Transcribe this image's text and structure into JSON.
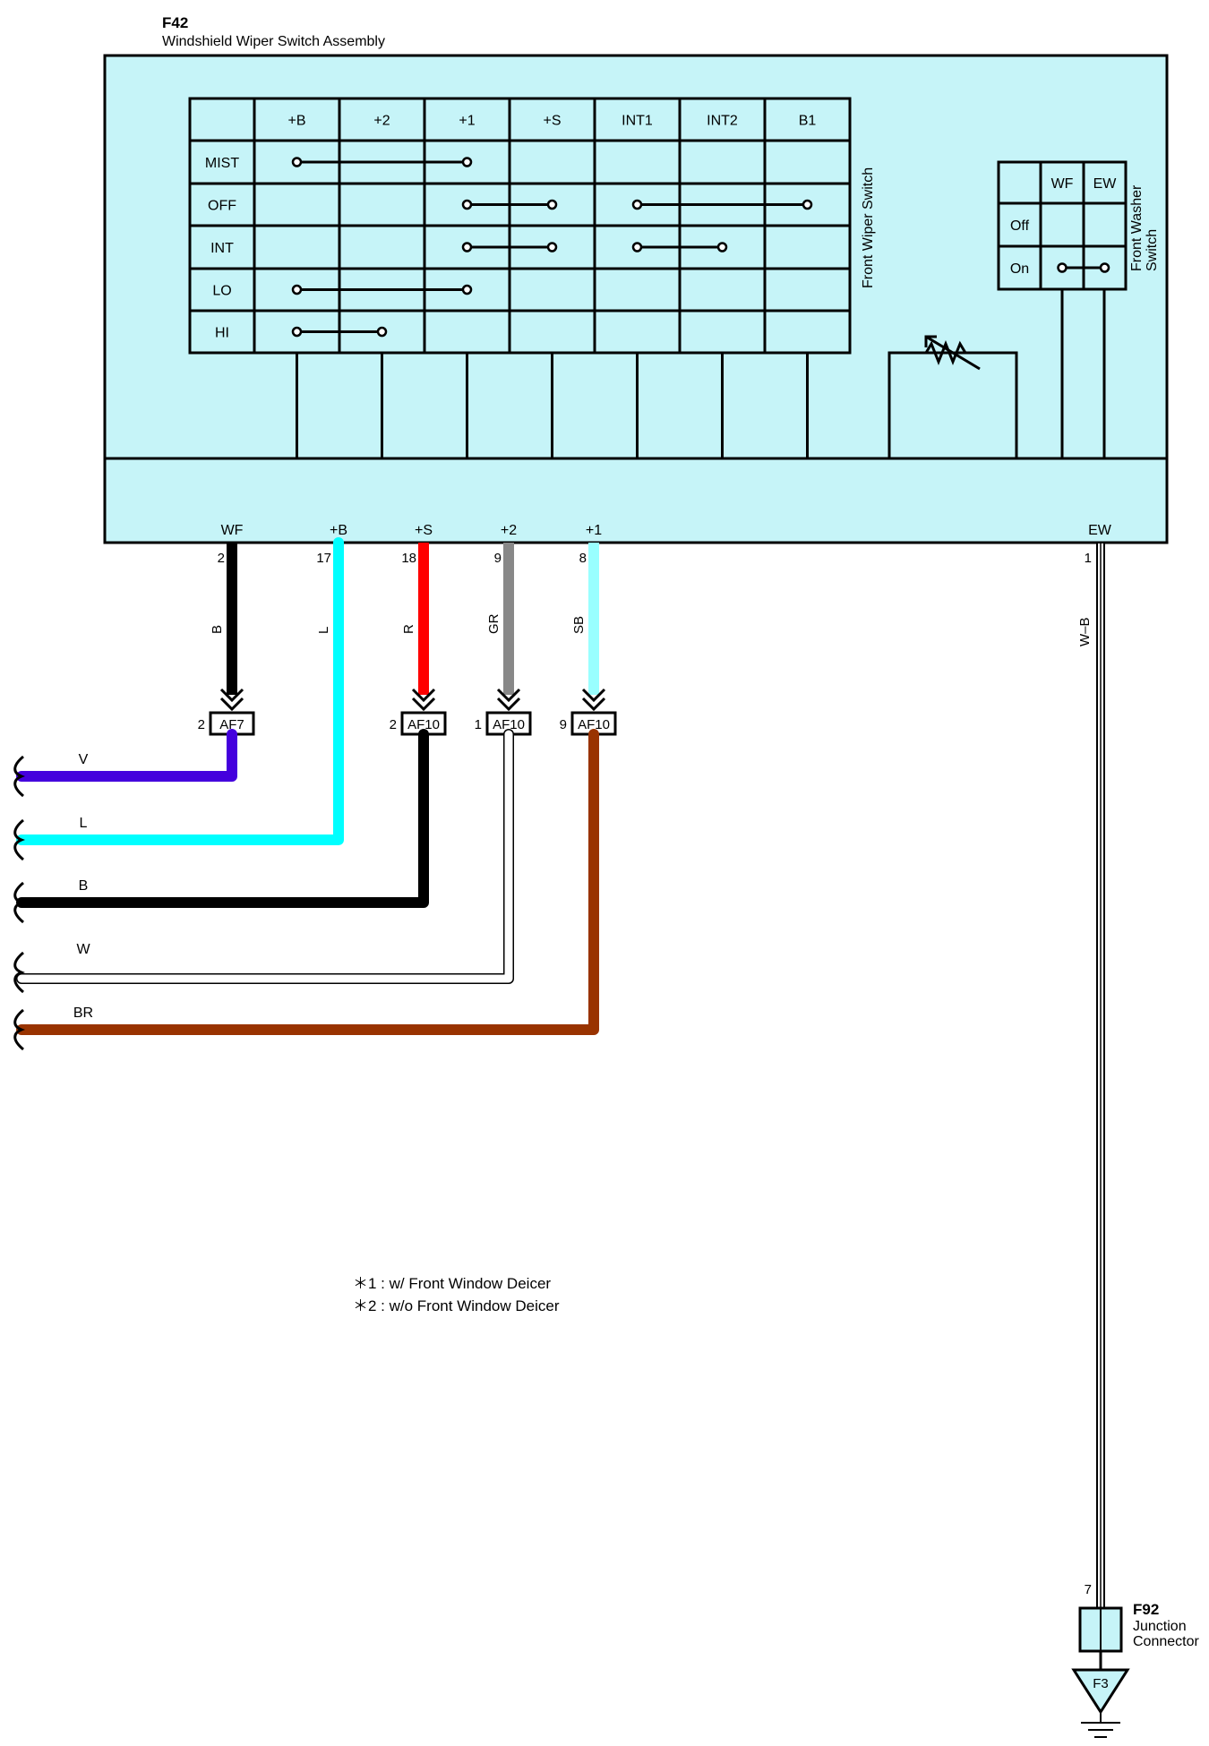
{
  "component": {
    "id": "F42",
    "name": "Windshield Wiper Switch Assembly"
  },
  "wiper_switch": {
    "label": "Front Wiper Switch",
    "columns": [
      "+B",
      "+2",
      "+1",
      "+S",
      "INT1",
      "INT2",
      "B1"
    ],
    "rows": [
      {
        "label": "MIST",
        "links": [
          [
            0,
            2
          ]
        ]
      },
      {
        "label": "OFF",
        "links": [
          [
            2,
            3
          ],
          [
            4,
            6
          ]
        ]
      },
      {
        "label": "INT",
        "links": [
          [
            2,
            3
          ],
          [
            4,
            5
          ]
        ]
      },
      {
        "label": "LO",
        "links": [
          [
            0,
            2
          ]
        ]
      },
      {
        "label": "HI",
        "links": [
          [
            0,
            1
          ]
        ]
      }
    ]
  },
  "washer_switch": {
    "label_line1": "Front Washer",
    "label_line2": "Switch",
    "columns": [
      "WF",
      "EW"
    ],
    "rows": [
      {
        "label": "Off",
        "links": []
      },
      {
        "label": "On",
        "links": [
          [
            0,
            1
          ]
        ]
      }
    ]
  },
  "terminals": [
    {
      "name": "WF",
      "pin": "2",
      "wire": "B",
      "color": "#000000",
      "connector": "AF7",
      "connector_pin": "2",
      "out_label": "V",
      "out_color": "#4400dd"
    },
    {
      "name": "+B",
      "pin": "17",
      "wire": "L",
      "color": "#00ffff",
      "out_label": "L",
      "out_color": "#00ffff"
    },
    {
      "name": "+S",
      "pin": "18",
      "wire": "R",
      "color": "#ff0000",
      "connector": "AF10",
      "connector_pin": "2",
      "out_label": "B",
      "out_color": "#000000"
    },
    {
      "name": "+2",
      "pin": "9",
      "wire": "GR",
      "color": "#888888",
      "connector": "AF10",
      "connector_pin": "1",
      "out_label": "W",
      "out_color": "#ffffff"
    },
    {
      "name": "+1",
      "pin": "8",
      "wire": "SB",
      "color": "#99ffff",
      "connector": "AF10",
      "connector_pin": "9",
      "out_label": "BR",
      "out_color": "#993300"
    }
  ],
  "ew_terminal": {
    "name": "EW",
    "pin": "1",
    "wire": "W–B"
  },
  "junction": {
    "id": "F92",
    "name_line1": "Junction",
    "name_line2": "Connector",
    "pin": "7"
  },
  "ground": {
    "id": "F3"
  },
  "notes": [
    "＊1 : w/ Front Window Deicer",
    "＊2 : w/o Front Window Deicer"
  ],
  "colors": {
    "housing_fill": "#c6f4f8",
    "outline": "#000000"
  }
}
